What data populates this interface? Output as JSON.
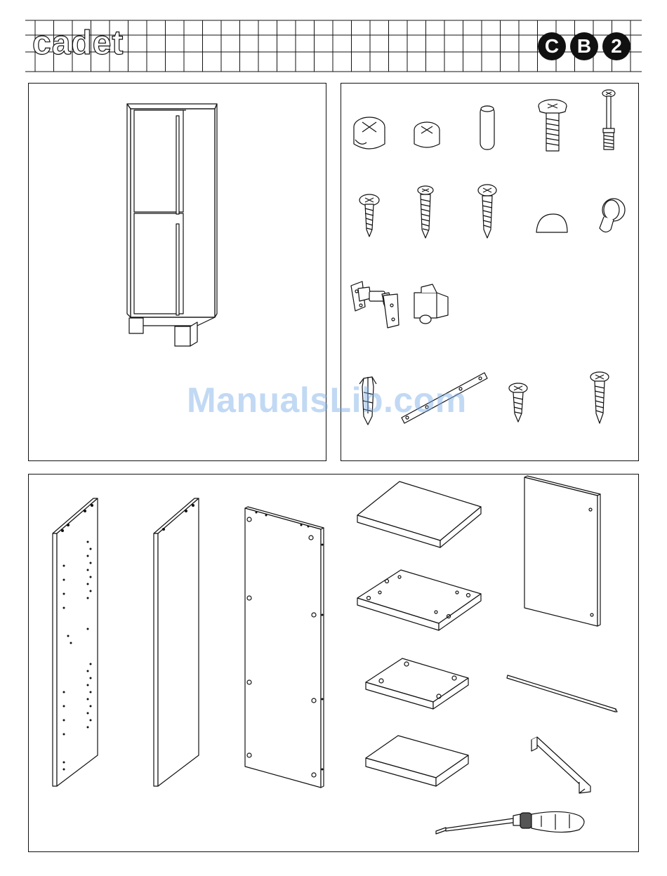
{
  "header": {
    "product_name": "cadet",
    "logo_letters": [
      "C",
      "B",
      "2"
    ]
  },
  "panels": {
    "product": {
      "icon": "tall-cabinet-illustration"
    },
    "hardware": {
      "items": [
        "large-cam-lock-icon",
        "small-cam-lock-icon",
        "wood-dowel-icon",
        "machine-bolt-icon",
        "cam-bolt-icon",
        "short-wood-screw-icon",
        "medium-wood-screw-icon",
        "long-wood-screw-icon",
        "bumper-pad-icon",
        "knob-icon",
        "hinge-icon",
        "shelf-support-icon",
        "wall-anchor-icon",
        "wall-bracket-icon",
        "small-screw-icon",
        "long-screw-icon"
      ]
    },
    "parts": {
      "items": [
        "side-panel-left-icon",
        "side-panel-right-icon",
        "back-panel-icon",
        "top-panel-icon",
        "fixed-shelf-icon",
        "bottom-panel-icon",
        "adjustable-shelf-icon",
        "door-panel-icon",
        "rod-icon",
        "handle-icon",
        "screwdriver-icon"
      ]
    }
  },
  "watermark": "ManualsLib.com"
}
